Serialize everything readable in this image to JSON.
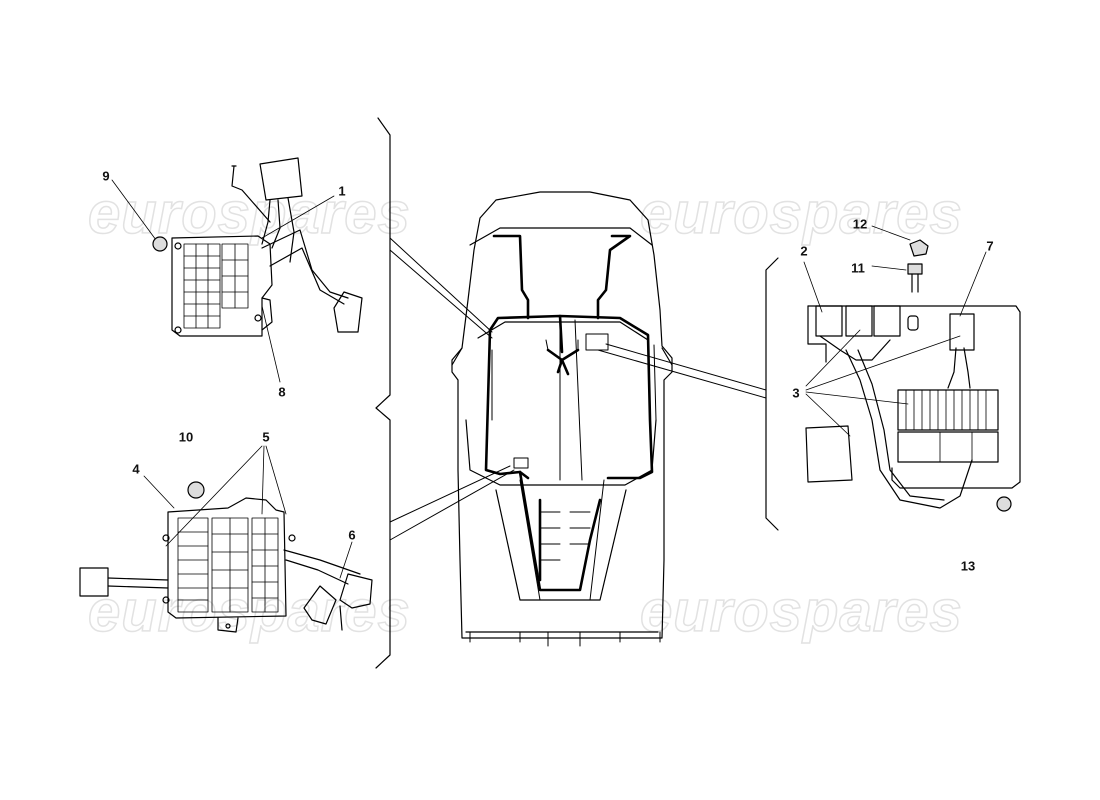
{
  "watermark": "eurospares",
  "callouts": {
    "c1": "1",
    "c2": "2",
    "c3": "3",
    "c4": "4",
    "c5": "5",
    "c6": "6",
    "c7": "7",
    "c8": "8",
    "c9": "9",
    "c10": "10",
    "c11": "11",
    "c12": "12",
    "c13": "13"
  },
  "colors": {
    "line": "#000000",
    "watermark": "#e2e2e2",
    "background": "#ffffff"
  }
}
